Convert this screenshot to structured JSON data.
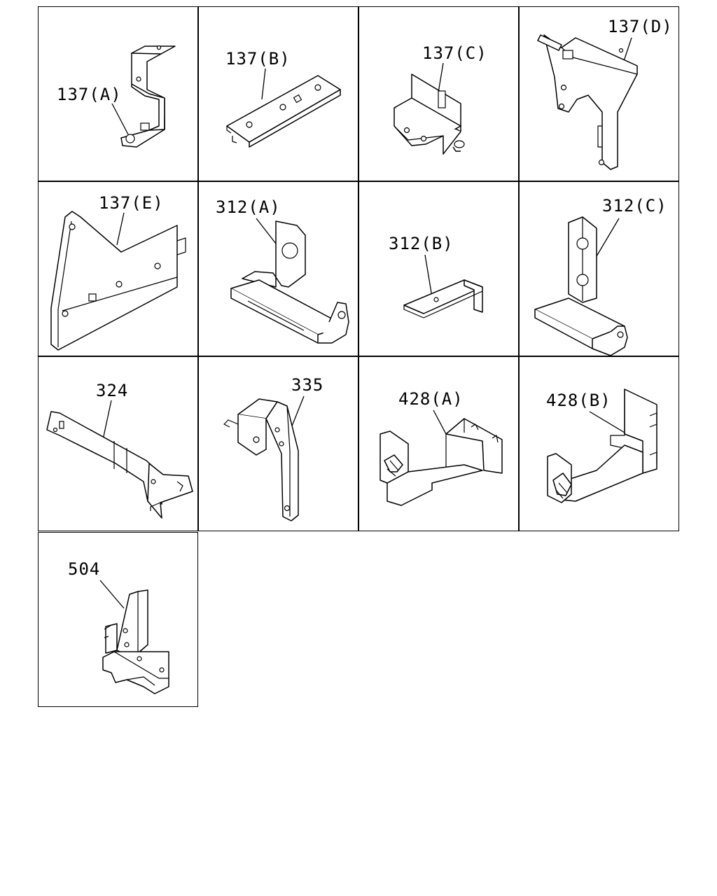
{
  "diagram": {
    "parts": [
      {
        "id": "p137a",
        "label": "137(A)"
      },
      {
        "id": "p137b",
        "label": "137(B)"
      },
      {
        "id": "p137c",
        "label": "137(C)"
      },
      {
        "id": "p137d",
        "label": "137(D)"
      },
      {
        "id": "p137e",
        "label": "137(E)"
      },
      {
        "id": "p312a",
        "label": "312(A)"
      },
      {
        "id": "p312b",
        "label": "312(B)"
      },
      {
        "id": "p312c",
        "label": "312(C)"
      },
      {
        "id": "p324",
        "label": "324"
      },
      {
        "id": "p335",
        "label": "335"
      },
      {
        "id": "p428a",
        "label": "428(A)"
      },
      {
        "id": "p428b",
        "label": "428(B)"
      },
      {
        "id": "p504",
        "label": "504"
      }
    ]
  }
}
